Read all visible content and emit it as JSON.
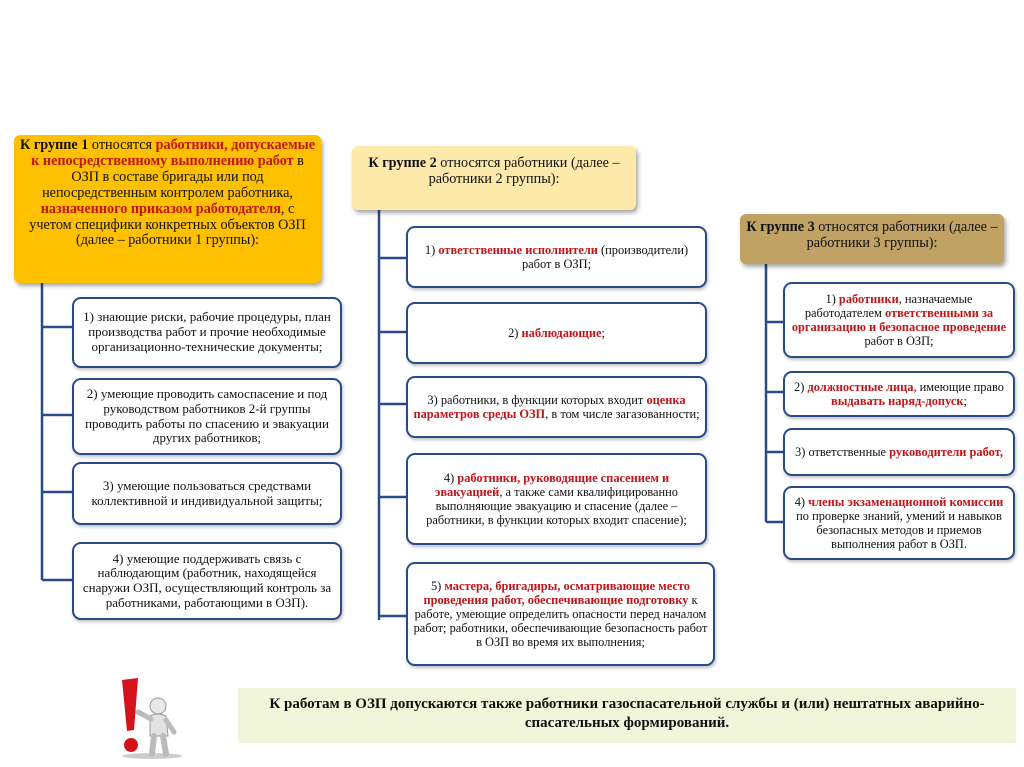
{
  "group1": {
    "header": {
      "p1": "К группе 1",
      "p2": " относятся ",
      "p3": "работники, допускаемые к непосредственному выполнению работ",
      "p4": " в ОЗП в составе бригады или под непосредственным контролем работника, ",
      "p5": "назначенного приказом работодателя",
      "p6": ", с учетом специфики конкретных объектов ОЗП (далее – работники 1 группы):"
    },
    "items": [
      "1) знающие риски, рабочие процедуры, план производства работ и прочие необходимые организационно-технические документы;",
      "2) умеющие проводить самоспасение и под руководством работников 2-й группы проводить работы по спасению и эвакуации других работников;",
      "3) умеющие пользоваться средствами коллективной и индивидуальной защиты;",
      "4) умеющие поддерживать связь с наблюдающим (работник, находящейся снаружи ОЗП, осуществляющий контроль за работниками, работающими в ОЗП)."
    ]
  },
  "group2": {
    "header": {
      "p1": "К группе 2",
      "p2": " относятся работники (далее – работники 2 группы):"
    },
    "items": [
      {
        "a": "1) ",
        "b": "ответственные исполнители",
        "c": " (производители) работ в ОЗП;"
      },
      {
        "a": "2) ",
        "b": "наблюдающие",
        "c": ";"
      },
      {
        "a": "3) работники, в функции которых входит ",
        "b": "оценка параметров среды ОЗП",
        "c": ", в том числе загазованности;"
      },
      {
        "a": "4) ",
        "b": "работники, руководящие спасением и эвакуацией",
        "c": ", а также сами квалифицированно выполняющие эвакуацию и спасение (далее – работники, в функции которых входит спасение);"
      },
      {
        "a": "5) ",
        "b": "мастера, бригадиры, осматривающие место проведения работ, обеспечивающие подготовку",
        "c": " к работе, умеющие определить опасности перед началом работ; работники, обеспечивающие безопасность работ в ОЗП во время их выполнения;"
      }
    ]
  },
  "group3": {
    "header": {
      "p1": "К группе 3",
      "p2": " относятся работники (далее – работники 3 группы):"
    },
    "items": [
      {
        "a": "1) ",
        "b": "работники",
        "c": ", назначаемые работодателем ",
        "d": "ответственными за организацию и безопасное проведение",
        "e": " работ в ОЗП;"
      },
      {
        "a": "2) ",
        "b": "должностные лица",
        "c": ", имеющие право ",
        "d": "выдавать наряд-допуск",
        "e": ";"
      },
      {
        "a": "3) ответственные ",
        "b": "руководители работ,",
        "c": "",
        "d": "",
        "e": ""
      },
      {
        "a": "4) ",
        "b": "члены экзаменационной комиссии",
        "c": " по проверке знаний, умений и навыков безопасных методов и приемов выполнения работ в ОЗП.",
        "d": "",
        "e": ""
      }
    ]
  },
  "note": "К работам в ОЗП допускаются также работники газоспасательной службы и (или) нештатных аварийно-спасательных формирований.",
  "colors": {
    "red": "#c0161a",
    "line": "#2a4a88",
    "g1": "#ffc000",
    "g2": "#fde9a9",
    "g3": "#c0a364",
    "note": "#f1f5da"
  },
  "icon": "exclamation-figure-icon"
}
